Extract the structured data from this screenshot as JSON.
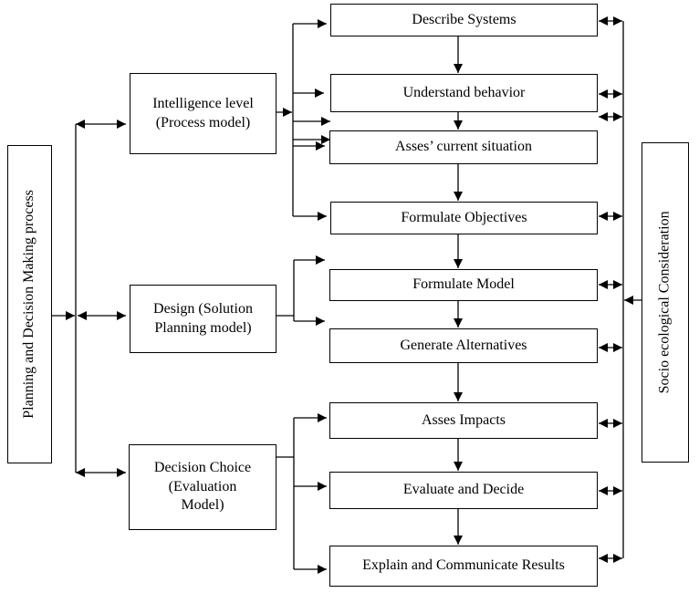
{
  "diagram": {
    "type": "flowchart",
    "left_label": "Planning and Decision Making process",
    "right_label": "Socio ecological Consideration",
    "phases": [
      {
        "id": "intelligence",
        "label_lines": [
          "Intelligence level",
          "(Process model)"
        ]
      },
      {
        "id": "design",
        "label_lines": [
          "Design (Solution",
          "Planning model)"
        ]
      },
      {
        "id": "decision",
        "label_lines": [
          "Decision Choice",
          "(Evaluation",
          "Model)"
        ]
      }
    ],
    "steps": [
      {
        "id": "s1",
        "label": "Describe Systems",
        "phase": "intelligence"
      },
      {
        "id": "s2",
        "label": "Understand behavior",
        "phase": "intelligence"
      },
      {
        "id": "s3",
        "label": "Asses’ current situation",
        "phase": "intelligence"
      },
      {
        "id": "s4",
        "label": "Formulate Objectives",
        "phase": "intelligence"
      },
      {
        "id": "s5",
        "label": "Formulate Model",
        "phase": "design"
      },
      {
        "id": "s6",
        "label": "Generate Alternatives",
        "phase": "design"
      },
      {
        "id": "s7",
        "label": "Asses Impacts",
        "phase": "decision"
      },
      {
        "id": "s8",
        "label": "Evaluate and Decide",
        "phase": "decision"
      },
      {
        "id": "s9",
        "label": "Explain and Communicate Results",
        "phase": "decision"
      }
    ],
    "edges": [
      {
        "from": "left_label",
        "to": "phases",
        "kind": "arrow"
      },
      {
        "from": "phases",
        "to": "each phase",
        "kind": "bidirectional"
      },
      {
        "from": "intelligence",
        "to": [
          "s1",
          "s2",
          "s3",
          "s4"
        ],
        "kind": "arrow"
      },
      {
        "from": "design",
        "to": [
          "s5",
          "s6"
        ],
        "kind": "arrow"
      },
      {
        "from": "decision",
        "to": [
          "s7",
          "s8",
          "s9"
        ],
        "kind": "arrow"
      },
      {
        "from": "steps",
        "to": "next step",
        "kind": "sequential-arrow"
      },
      {
        "from": "each step",
        "to": "right bus",
        "kind": "bidirectional"
      },
      {
        "from": "right_label",
        "to": "right bus",
        "kind": "arrow"
      }
    ]
  }
}
